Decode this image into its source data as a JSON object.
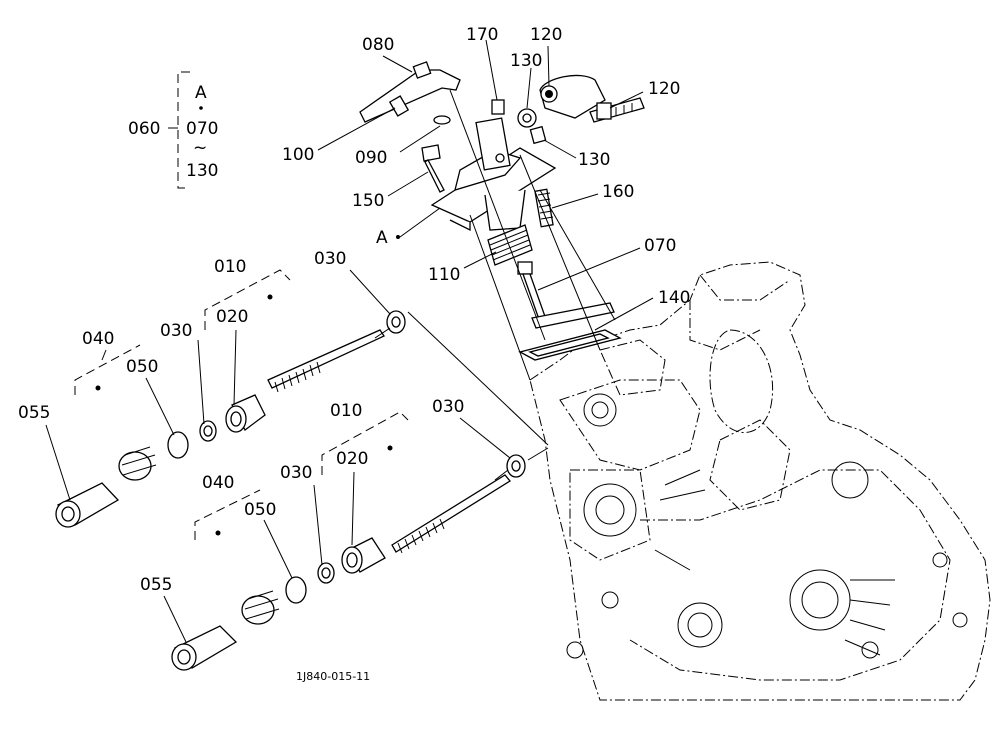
{
  "labels": {
    "p080": "080",
    "p170": "170",
    "p120a": "120",
    "p130a": "130",
    "p120b": "120",
    "p100": "100",
    "p090": "090",
    "p130b": "130",
    "p150": "150",
    "p160": "160",
    "pA": "A",
    "p110": "110",
    "p070": "070",
    "p140": "140",
    "p030a": "030",
    "p010a": "010",
    "p020a": "020",
    "p030b": "030",
    "p040a": "040",
    "p050a": "050",
    "p055a": "055",
    "p010b": "010",
    "p030c": "030",
    "p020b": "020",
    "p030d": "030",
    "p040b": "040",
    "p050b": "050",
    "p055b": "055"
  },
  "legend": {
    "group": "060",
    "top": "A",
    "mid": "070",
    "tilde": "~",
    "bottom": "130"
  },
  "drawing_code": "1J840-015-11"
}
